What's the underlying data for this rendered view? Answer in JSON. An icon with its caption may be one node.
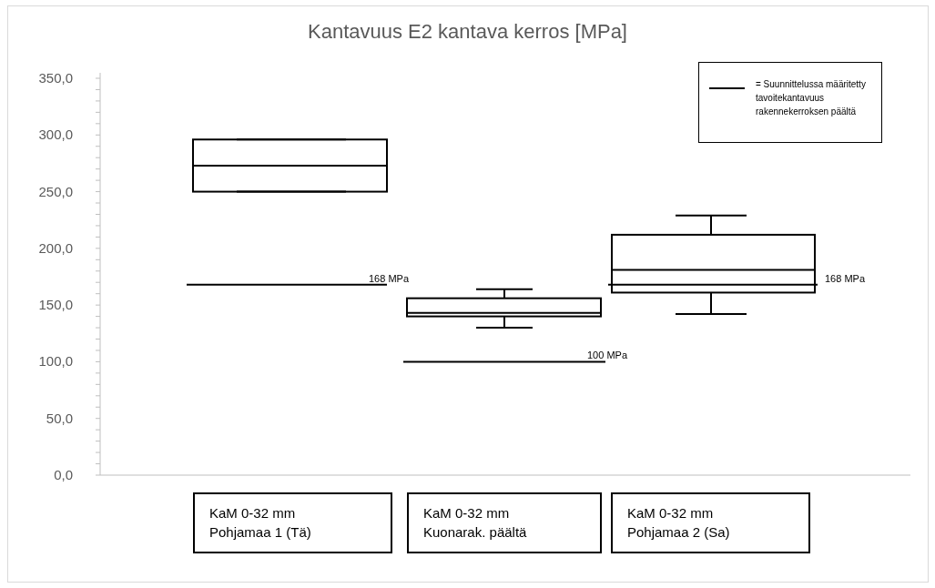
{
  "diagram": {
    "title": "Kantavuus E2 kantava kerros [MPa]",
    "nodes": [
      {
        "text": [
          "KaM 0-32 mm",
          "Pohjamaa 1 (Tä)"
        ]
      },
      {
        "text": [
          "KaM 0-32 mm",
          "Kuonarak. päältä"
        ]
      },
      {
        "text": [
          "KaM 0-32 mm",
          "Pohjamaa 2 (Sa)"
        ]
      }
    ],
    "labels": [
      "350,0",
      "300,0",
      "250,0",
      "200,0",
      "150,0",
      "100,0",
      "50,0",
      "0,0",
      "168 MPa",
      "168 MPa",
      "100 MPa"
    ],
    "legend": [
      {
        "text": "= Suunnittelussa määritetty tavoitekantavuus rakennekerroksen päältä"
      }
    ]
  }
}
